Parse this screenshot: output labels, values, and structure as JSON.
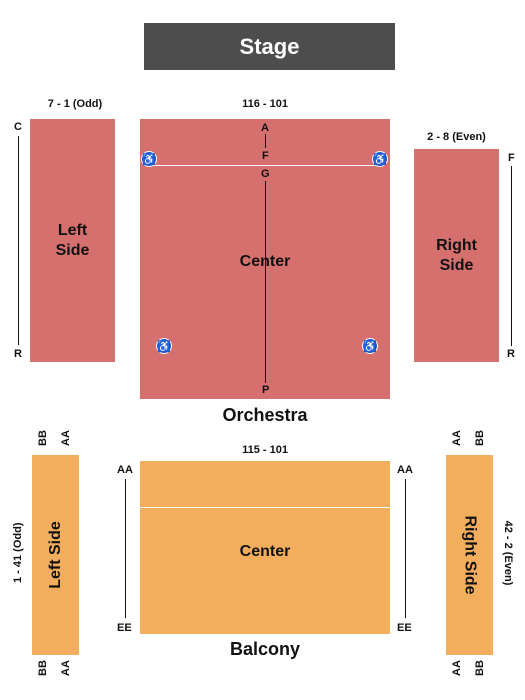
{
  "stage": "Stage",
  "orchestra": {
    "label": "Orchestra",
    "left": {
      "name": "Left Side",
      "name_line1": "Left",
      "name_line2": "Side",
      "seats": "7 - 1 (Odd)",
      "row_top": "C",
      "row_bottom": "R"
    },
    "center": {
      "name": "Center",
      "seats": "116 - 101",
      "rows": [
        "A",
        "F",
        "G",
        "P"
      ]
    },
    "right": {
      "name": "Right Side",
      "name_line1": "Right",
      "name_line2": "Side",
      "seats": "2 - 8 (Even)",
      "row_top": "F",
      "row_bottom": "R"
    },
    "wheelchair_icons": 4
  },
  "balcony": {
    "label": "Balcony",
    "left": {
      "name": "Left Side",
      "seats": "1 - 41 (Odd)",
      "rows_top": [
        "BB",
        "AA"
      ],
      "rows_bottom": [
        "BB",
        "AA"
      ]
    },
    "center": {
      "name": "Center",
      "seats": "115 - 101",
      "row_top": "AA",
      "row_bottom": "EE"
    },
    "right": {
      "name": "Right Side",
      "seats": "42 - 2 (Even)",
      "rows_top": [
        "AA",
        "BB"
      ],
      "rows_bottom": [
        "AA",
        "BB"
      ]
    }
  },
  "colors": {
    "orchestra": "#d5706e",
    "balcony": "#f3ae5d",
    "stage": "#4d4d4d",
    "wheelchair": "#2255cc"
  }
}
